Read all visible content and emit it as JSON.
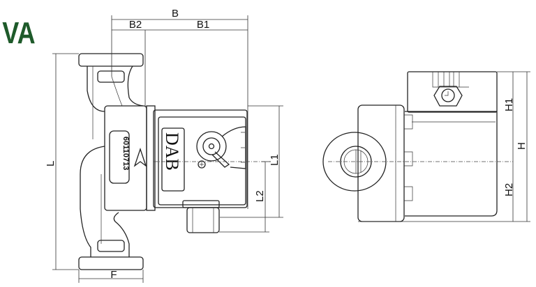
{
  "title": "VA",
  "colors": {
    "title": "#1e5a2a",
    "line": "#222222"
  },
  "side_view": {
    "dimensions": {
      "B": "B",
      "B2": "B2",
      "B1": "B1",
      "L": "L",
      "F": "F",
      "L1": "L1",
      "L2": "L2"
    },
    "logo": "DAB",
    "part_number": "60110713"
  },
  "end_view": {
    "dimensions": {
      "H1": "H1",
      "H": "H",
      "H2": "H2"
    }
  }
}
